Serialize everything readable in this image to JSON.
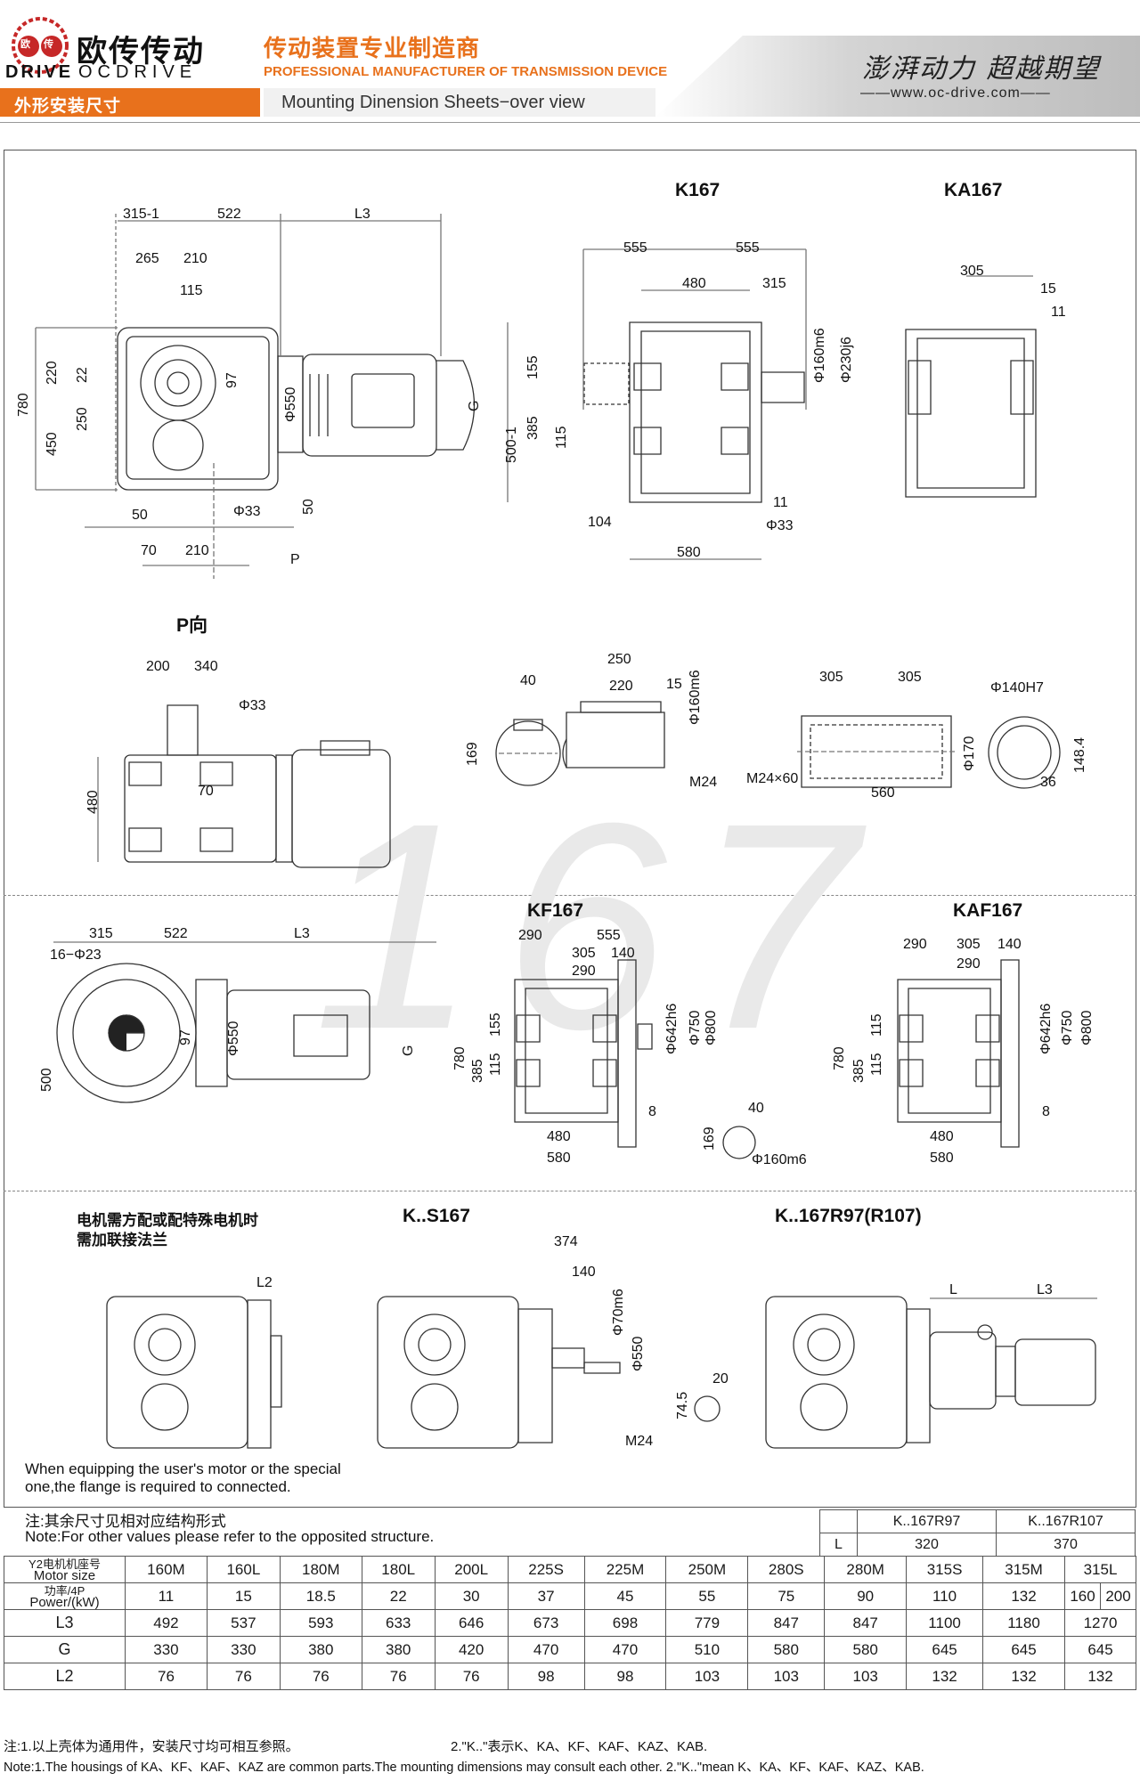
{
  "header": {
    "logo_badge_left": "欧",
    "logo_badge_right": "传",
    "brand_cn": "欧传传动",
    "brand_en_left": "DRIVE",
    "brand_en_right": "OCDRIVE",
    "slogan_cn": "传动装置专业制造商",
    "slogan_en": "PROFESSIONAL MANUFACTURER OF TRANSMISSION DEVICE",
    "section_cn": "外形安装尺寸",
    "section_en": "Mounting Dinension Sheets−over view",
    "motto": "澎湃动力 超越期望",
    "website": "——www.oc-drive.com——",
    "accent_color": "#e8711c"
  },
  "watermark": "167",
  "views": {
    "k167": "K167",
    "ka167": "KA167",
    "p_view": "P向",
    "kf167": "KF167",
    "kaf167": "KAF167",
    "ks167": "K..S167",
    "kr97": "K..167R97(R107)"
  },
  "dims": {
    "main": [
      "315-1",
      "522",
      "L3",
      "265",
      "210",
      "115",
      "220",
      "22",
      "97",
      "780",
      "250",
      "450",
      "Φ550",
      "G",
      "50",
      "Φ33",
      "50",
      "70",
      "210",
      "P"
    ],
    "k167": [
      "555",
      "555",
      "480",
      "315",
      "Φ160m6",
      "Φ230j6",
      "155",
      "385",
      "115",
      "500-1",
      "11",
      "Φ33",
      "104",
      "580"
    ],
    "ka167": [
      "305",
      "15",
      "11"
    ],
    "p_view": [
      "200",
      "340",
      "Φ33",
      "480",
      "70"
    ],
    "shaft_key": [
      "40",
      "169"
    ],
    "shaft": [
      "250",
      "220",
      "15",
      "Φ160m6",
      "M24"
    ],
    "hollow": [
      "305",
      "305",
      "Φ170",
      "M24×60",
      "560"
    ],
    "bore": [
      "Φ140H7",
      "148.4",
      "36"
    ],
    "kf_main": [
      "315",
      "522",
      "L3",
      "16−Φ23",
      "97",
      "Φ550",
      "500",
      "G"
    ],
    "kf167": [
      "290",
      "555",
      "305",
      "140",
      "290",
      "155",
      "780",
      "385",
      "115",
      "Φ642h6",
      "Φ750",
      "Φ800",
      "8",
      "480",
      "580"
    ],
    "kf_key": [
      "40",
      "169",
      "Φ160m6"
    ],
    "kaf167": [
      "290",
      "305",
      "140",
      "290",
      "115",
      "780",
      "385",
      "115",
      "Φ642h6",
      "Φ750",
      "Φ800",
      "8",
      "480",
      "580"
    ],
    "motor_adapt": [
      "L2"
    ],
    "ks167": [
      "374",
      "140",
      "Φ70m6",
      "Φ550",
      "M24",
      "20",
      "74.5"
    ],
    "kr97": [
      "L",
      "L3"
    ]
  },
  "notes": {
    "flange_cn_1": "电机需方配或配特殊电机时",
    "flange_cn_2": "需加联接法兰",
    "flange_en_1": "When equipping the user's motor or the special",
    "flange_en_2": "one,the flange is required to connected.",
    "other_cn": "注:其余尺寸见相对应结构形式",
    "other_en": "Note:For other values please refer to the opposited structure."
  },
  "r_table": {
    "headers": [
      "",
      "K..167R97",
      "K..167R107"
    ],
    "row_label": "L",
    "values": [
      "320",
      "370"
    ]
  },
  "spec_table": {
    "motor_label_cn": "Y2电机机座号",
    "motor_label_en": "Motor size",
    "power_label_cn": "功率/4P",
    "power_label_en": "Power/(kW)",
    "motor_sizes": [
      "160M",
      "160L",
      "180M",
      "180L",
      "200L",
      "225S",
      "225M",
      "250M",
      "280S",
      "280M",
      "315S",
      "315M",
      "315L"
    ],
    "power": [
      "11",
      "15",
      "18.5",
      "22",
      "30",
      "37",
      "45",
      "55",
      "75",
      "90",
      "110",
      "132",
      "160",
      "200"
    ],
    "rows": [
      {
        "label": "L3",
        "values": [
          "492",
          "537",
          "593",
          "633",
          "646",
          "673",
          "698",
          "779",
          "847",
          "847",
          "1100",
          "1180",
          "1270"
        ]
      },
      {
        "label": "G",
        "values": [
          "330",
          "330",
          "380",
          "380",
          "420",
          "470",
          "470",
          "510",
          "580",
          "580",
          "645",
          "645",
          "645"
        ]
      },
      {
        "label": "L2",
        "values": [
          "76",
          "76",
          "76",
          "76",
          "76",
          "98",
          "98",
          "103",
          "103",
          "103",
          "132",
          "132",
          "132"
        ]
      }
    ]
  },
  "footnotes": {
    "cn_1": "注:1.以上壳体为通用件，安装尺寸均可相互参照。",
    "cn_2": "2.\"K..\"表示K、KA、KF、KAF、KAZ、KAB.",
    "en": "Note:1.The housings of KA、KF、KAF、KAZ are common parts.The mounting dimensions may consult each other. 2.\"K..\"mean K、KA、KF、KAF、KAZ、KAB."
  }
}
